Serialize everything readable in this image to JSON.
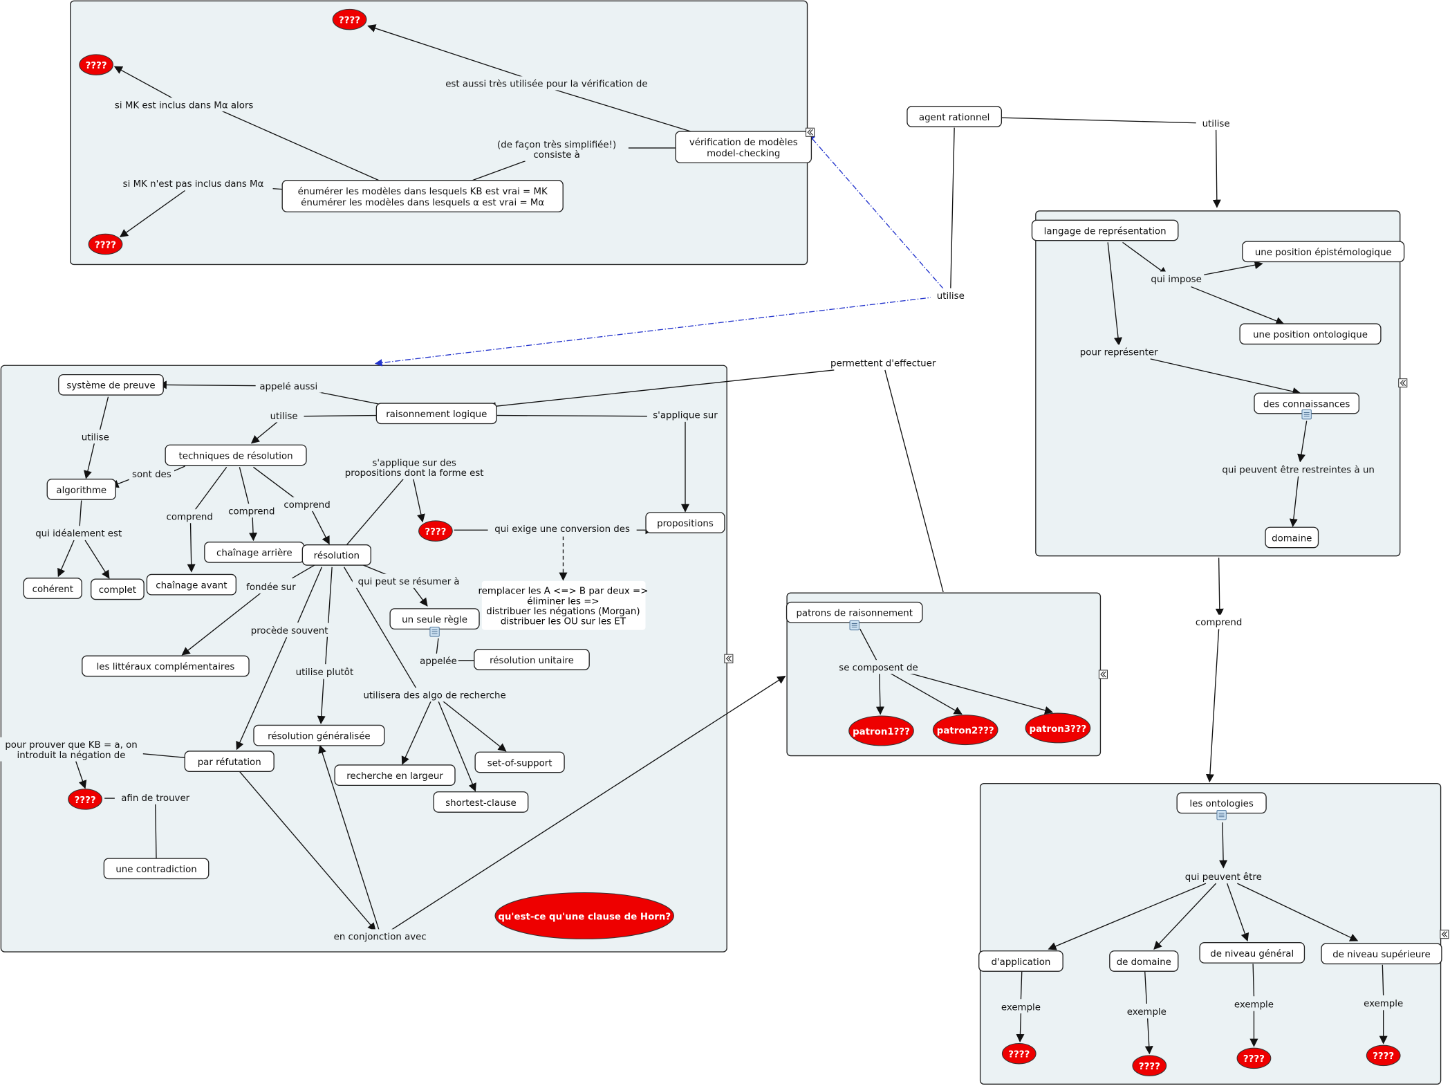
{
  "colors": {
    "panel_bg": "#ebf2f4",
    "red_node": "#ee0000",
    "link_blue": "#2233cc"
  },
  "nodes": {
    "agent_rationnel": "agent rationnel",
    "verification": [
      "vérification de modèles",
      "model-checking"
    ],
    "enumerer": [
      "énumérer les modèles dans lesquels KB est vrai = MK",
      "énumérer les modèles dans lesquels α est vrai = Mα"
    ],
    "q_top1": "????",
    "q_top2": "????",
    "q_top3": "????",
    "systeme_preuve": "système de preuve",
    "raisonnement_logique": "raisonnement logique",
    "techniques_resolution": "techniques de résolution",
    "algorithme": "algorithme",
    "coherent": "cohérent",
    "complet": "complet",
    "chainage_avant": "chaînage avant",
    "chainage_arriere": "chaînage arrière",
    "resolution": "résolution",
    "q_mid": "????",
    "propositions": "propositions",
    "note_conversion": [
      "remplacer les A <=> B par deux =>",
      "éliminer les =>",
      "distribuer les négations (Morgan)",
      "distribuer les OU sur les ET"
    ],
    "une_seule_regle": "un seule règle",
    "resolution_unitaire": "résolution unitaire",
    "litteraux": "les littéraux complémentaires",
    "resolution_generalisee": "résolution généralisée",
    "par_refutation": "par réfutation",
    "q_refut": "????",
    "une_contradiction": "une contradiction",
    "recherche_largeur": "recherche en largeur",
    "set_of_support": "set-of-support",
    "shortest_clause": "shortest-clause",
    "horn": "qu'est-ce qu'une clause de Horn?",
    "patrons": "patrons de raisonnement",
    "patron1": "patron1???",
    "patron2": "patron2???",
    "patron3": "patron3???",
    "langage": "langage de représentation",
    "pos_episte": "une position épistémologique",
    "pos_onto": "une position ontologique",
    "connaissances": "des connaissances",
    "domaine": "domaine",
    "ontologies": "les ontologies",
    "d_application": "d'application",
    "de_domaine": "de domaine",
    "niveau_general": "de niveau général",
    "niveau_superieure": "de niveau supérieure",
    "q_onto1": "????",
    "q_onto2": "????",
    "q_onto3": "????",
    "q_onto4": "????"
  },
  "links": {
    "utilise_agent_right": "utilise",
    "utilise_agent_down": "utilise",
    "est_aussi": "est aussi très utilisée pour la vérification de",
    "consiste": [
      "(de façon très simplifiée!)",
      "consiste à"
    ],
    "si_inclus": "si MK est inclus dans Mα alors",
    "si_non_inclus": "si MK n'est pas inclus dans Mα",
    "appele_aussi": "appelé aussi",
    "utilise_raison": "utilise",
    "utilise_preuve": "utilise",
    "sont_des": "sont des",
    "qui_idealement": "qui idéalement est",
    "comprend1": "comprend",
    "comprend2": "comprend",
    "comprend3": "comprend",
    "sapplique_sur": "s'applique sur",
    "sapplique_des": [
      "s'applique sur des",
      "propositions dont la forme est"
    ],
    "qui_exige": "qui exige une conversion des",
    "qui_peut": "qui peut se résumer à",
    "appelee": "appelée",
    "fondee_sur": "fondée sur",
    "procede": "procède souvent",
    "utilise_plutot": "utilise plutôt",
    "utilisera": "utilisera des algo de recherche",
    "pour_prouver": [
      "pour prouver que KB = a, on",
      "introduit la négation de"
    ],
    "afin_de": "afin de trouver",
    "en_conjonction": "en conjonction avec",
    "permettent": "permettent d'effectuer",
    "se_composent": "se composent de",
    "qui_impose": "qui impose",
    "pour_representer": "pour représenter",
    "qui_peuvent_restreintes": "qui peuvent être restreintes à un",
    "comprend_right": "comprend",
    "qui_peuvent_etre": "qui peuvent être",
    "exemple1": "exemple",
    "exemple2": "exemple",
    "exemple3": "exemple",
    "exemple4": "exemple"
  }
}
